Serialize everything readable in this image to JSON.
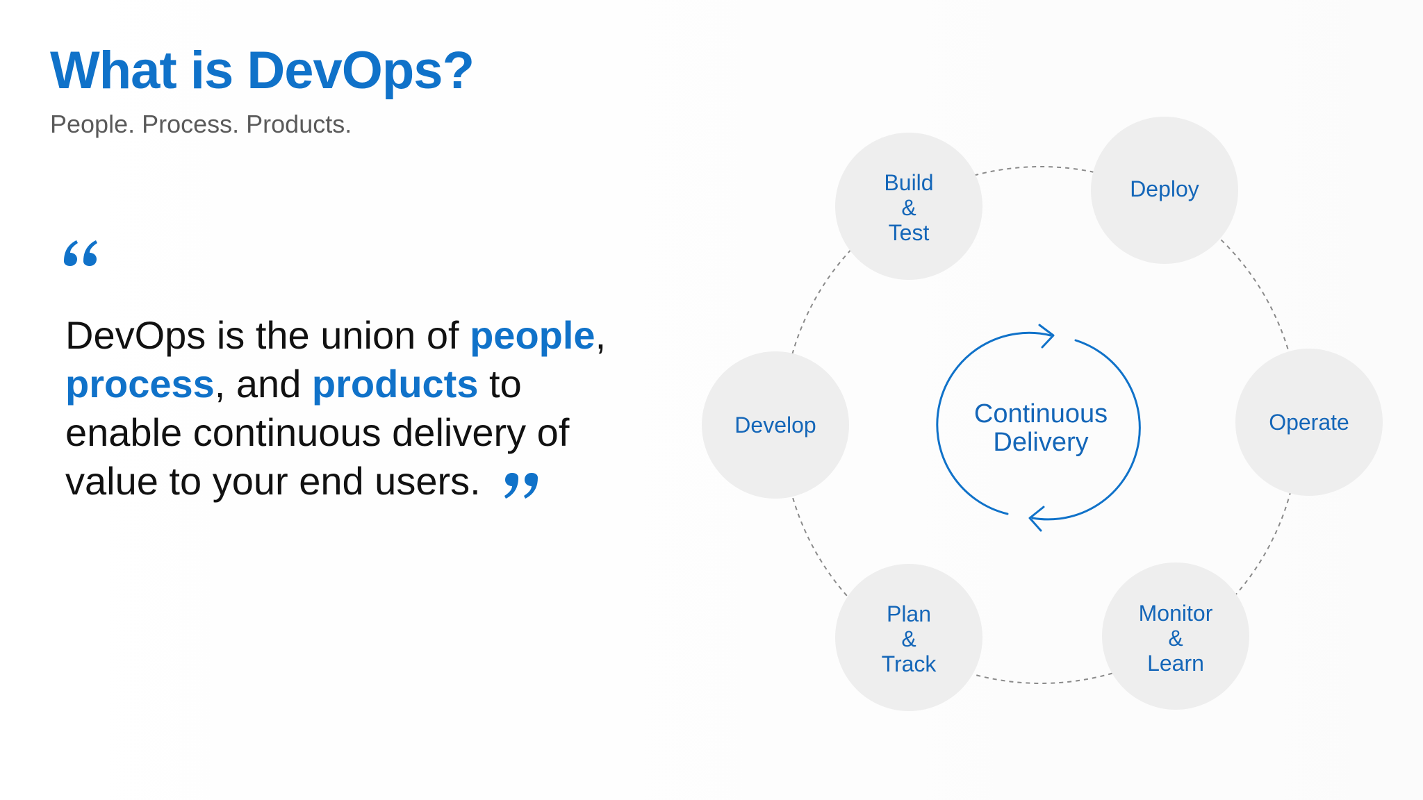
{
  "slide": {
    "title": "What is DevOps?",
    "subtitle": "People. Process. Products.",
    "quote": {
      "part1": "DevOps is the union of ",
      "people": "people",
      "comma1": ",",
      "process": "process",
      "part2": ", and ",
      "products": "products",
      "part3": " to enable continuous delivery of value to your end users."
    }
  },
  "diagram": {
    "center": {
      "line1": "Continuous",
      "line2": "Delivery"
    },
    "stages": [
      {
        "id": "build-test",
        "lines": [
          "Build",
          "&",
          "Test"
        ]
      },
      {
        "id": "deploy",
        "lines": [
          "Deploy"
        ]
      },
      {
        "id": "operate",
        "lines": [
          "Operate"
        ]
      },
      {
        "id": "monitor-learn",
        "lines": [
          "Monitor",
          "&",
          "Learn"
        ]
      },
      {
        "id": "plan-track",
        "lines": [
          "Plan",
          "&",
          "Track"
        ]
      },
      {
        "id": "develop",
        "lines": [
          "Develop"
        ]
      }
    ]
  },
  "colors": {
    "accent": "#1072c9",
    "node_fill": "#eeeeee",
    "body_text": "#111111",
    "subtitle_text": "#5a5a5a",
    "connector": "#8a8a8a"
  }
}
